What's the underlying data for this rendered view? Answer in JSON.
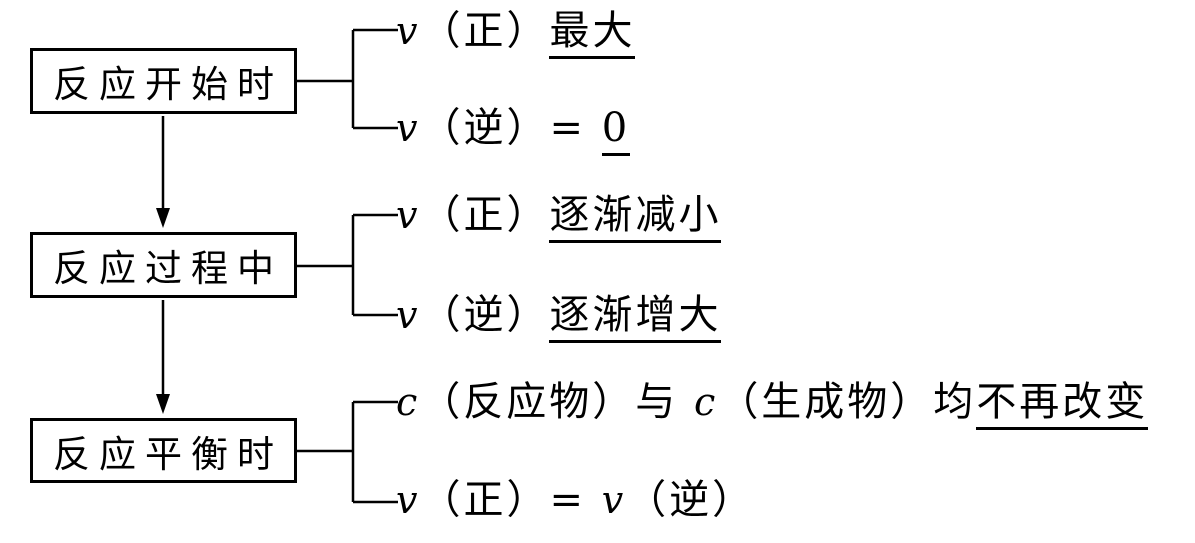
{
  "colors": {
    "background": "#ffffff",
    "line": "#000000",
    "text": "#000000"
  },
  "groups": [
    {
      "box_label": "反应开始时",
      "items": [
        {
          "segments": [
            {
              "text": "v"
            },
            {
              "text": "（正）"
            },
            {
              "text": "最大"
            }
          ]
        },
        {
          "segments": [
            {
              "text": "v"
            },
            {
              "text": "（逆）= "
            },
            {
              "text": "0"
            }
          ]
        }
      ]
    },
    {
      "box_label": "反应过程中",
      "items": [
        {
          "segments": [
            {
              "text": "v"
            },
            {
              "text": "（正）"
            },
            {
              "text": "逐渐减小"
            }
          ]
        },
        {
          "segments": [
            {
              "text": "v"
            },
            {
              "text": "（逆）"
            },
            {
              "text": "逐渐增大"
            }
          ]
        }
      ]
    },
    {
      "box_label": "反应平衡时",
      "items": [
        {
          "segments": [
            {
              "text": "c"
            },
            {
              "text": "（反应物）与 "
            },
            {
              "text": "c"
            },
            {
              "text": "（生成物）均"
            },
            {
              "text": "不再改变"
            }
          ]
        },
        {
          "segments": [
            {
              "text": "v"
            },
            {
              "text": "（正）= "
            },
            {
              "text": "v"
            },
            {
              "text": "（逆）"
            }
          ]
        }
      ]
    }
  ]
}
